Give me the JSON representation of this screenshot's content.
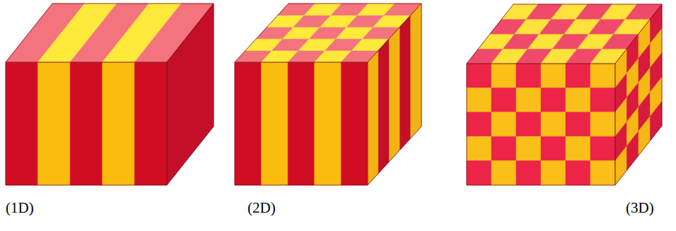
{
  "diagram": {
    "labels": [
      "(1D)",
      "(2D)",
      "(3D)"
    ]
  }
}
